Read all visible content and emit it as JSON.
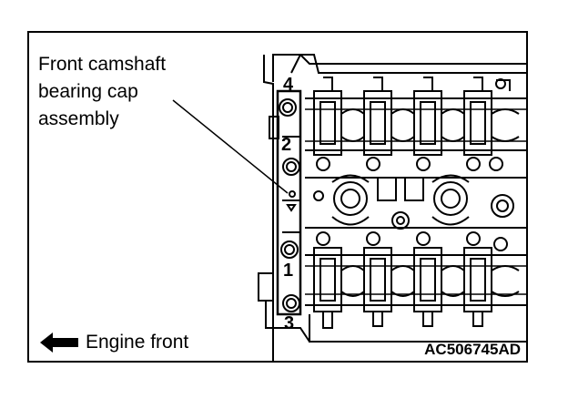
{
  "callout_lines": [
    "Front camshaft",
    "bearing cap",
    "assembly"
  ],
  "bolt_numbers": {
    "n4": "4",
    "n2": "2",
    "n1": "1",
    "n3": "3"
  },
  "legend": {
    "text": "Engine front",
    "icon": "left-arrow-icon"
  },
  "figure_code": "AC506745AD"
}
